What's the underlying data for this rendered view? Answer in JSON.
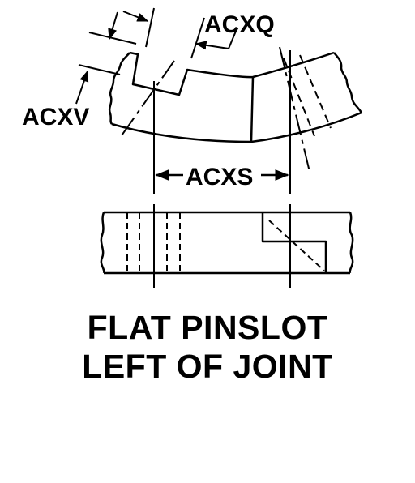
{
  "labels": {
    "acxq": "ACXQ",
    "acxv": "ACXV",
    "acxs": "ACXS"
  },
  "caption": {
    "line1": "FLAT PINSLOT",
    "line2": "LEFT OF JOINT"
  },
  "colors": {
    "ink": "#000000",
    "background": "#ffffff"
  },
  "icons": [
    "arrowhead-icon"
  ]
}
